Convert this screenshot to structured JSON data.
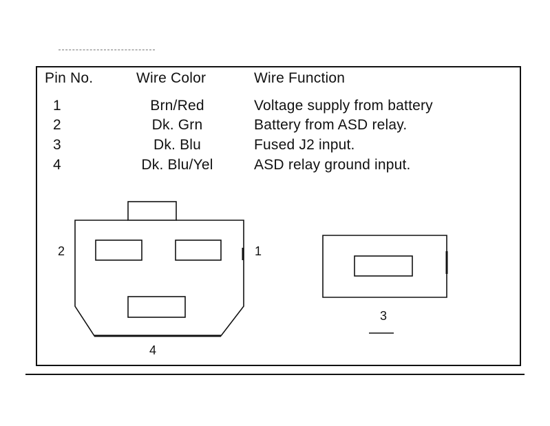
{
  "table": {
    "headers": {
      "pin": "Pin No.",
      "color": "Wire Color",
      "function": "Wire Function"
    },
    "rows": [
      {
        "pin": "1",
        "color": "Brn/Red",
        "function": "Voltage supply from battery"
      },
      {
        "pin": "2",
        "color": "Dk. Grn",
        "function": "Battery from ASD relay."
      },
      {
        "pin": "3",
        "color": "Dk. Blu",
        "function": "Fused J2 input."
      },
      {
        "pin": "4",
        "color": "Dk. Blu/Yel",
        "function": "ASD relay ground input."
      }
    ]
  },
  "connector_a": {
    "label_left": "2",
    "label_right": "1",
    "label_bottom": "4"
  },
  "connector_b": {
    "label_bottom": "3"
  }
}
